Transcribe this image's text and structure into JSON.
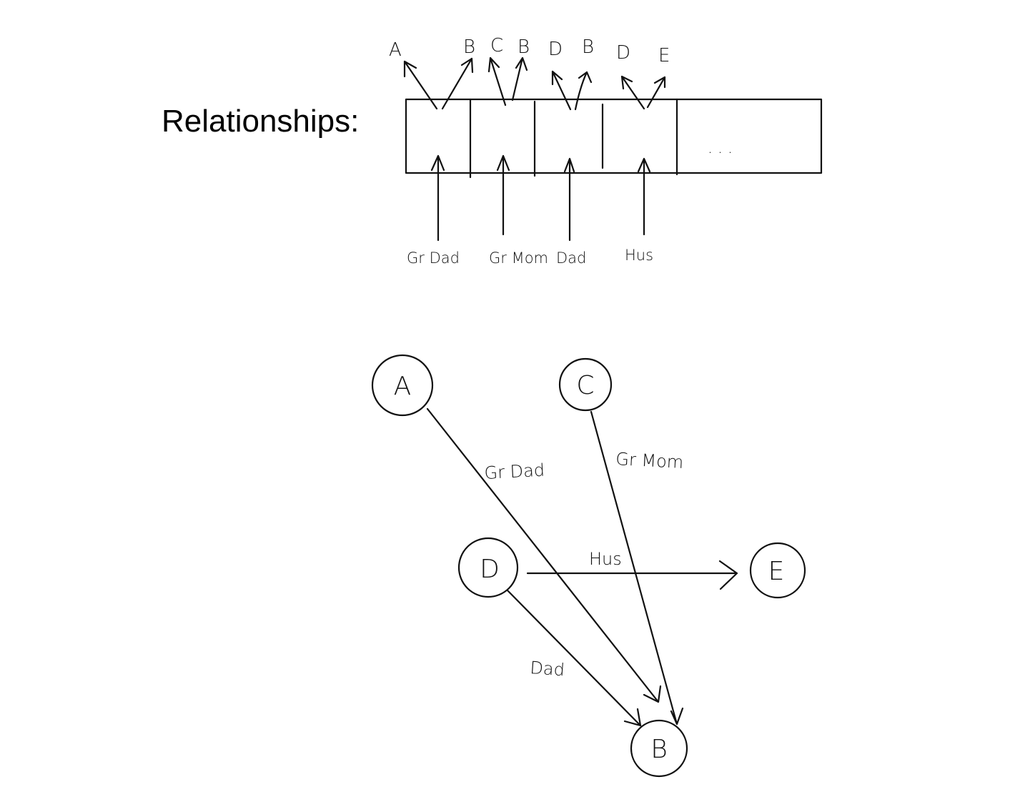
{
  "title": "Relationships:",
  "array": {
    "cells": [
      {
        "relation": "Gr Dad",
        "from": "A",
        "to": "B"
      },
      {
        "relation": "Gr Mom",
        "from": "C",
        "to": "B"
      },
      {
        "relation": "Dad",
        "from": "D",
        "to": "B"
      },
      {
        "relation": "Hus",
        "from": "D",
        "to": "E"
      }
    ],
    "ellipsis": ". . ."
  },
  "graph": {
    "nodes": [
      "A",
      "C",
      "D",
      "E",
      "B"
    ],
    "edges": [
      {
        "from": "A",
        "to": "B",
        "label": "Gr Dad"
      },
      {
        "from": "C",
        "to": "B",
        "label": "Gr Mom"
      },
      {
        "from": "D",
        "to": "E",
        "label": "Hus"
      },
      {
        "from": "D",
        "to": "B",
        "label": "Dad"
      }
    ]
  }
}
